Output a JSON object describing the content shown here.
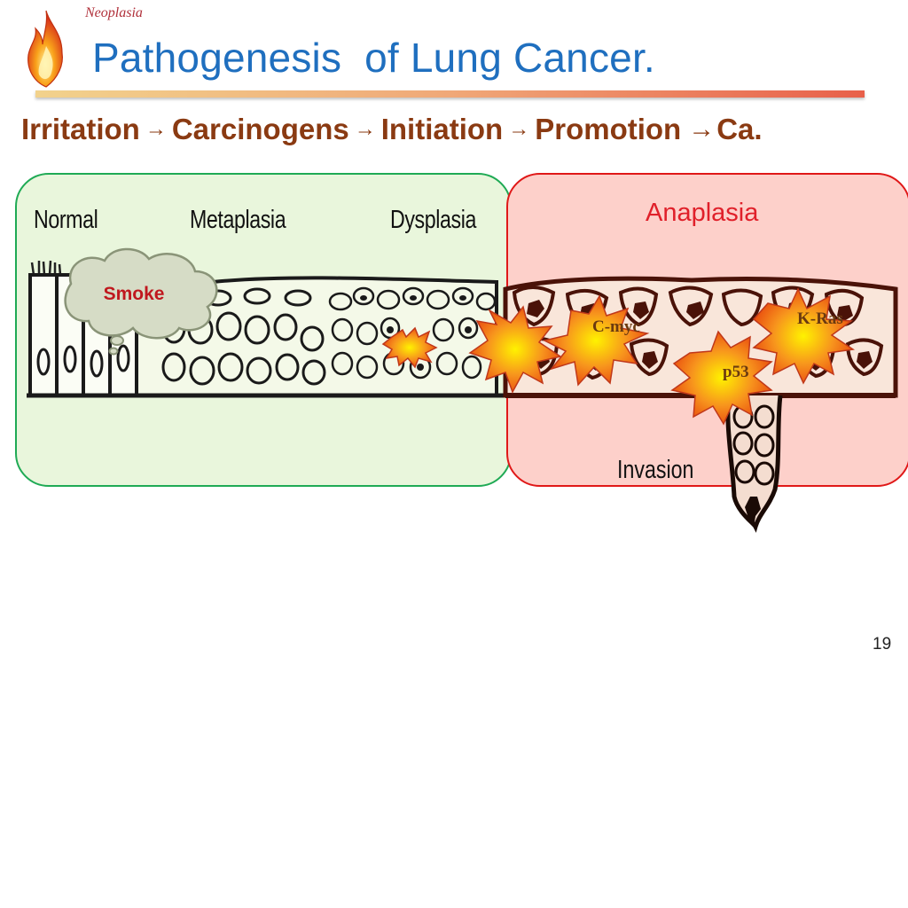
{
  "header": {
    "section_label": "Neoplasia",
    "title": "Pathogenesis  of Lung Cancer."
  },
  "pathway": {
    "steps": [
      "Irritation",
      "Carcinogens",
      "Initiation",
      "Promotion",
      "Ca."
    ],
    "arrow_glyph": "→"
  },
  "diagram": {
    "stages": {
      "normal": "Normal",
      "metaplasia": "Metaplasia",
      "dysplasia": "Dysplasia",
      "anaplasia": "Anaplasia",
      "invasion": "Invasion"
    },
    "agent_label": "Smoke",
    "genes": {
      "cmyc": "C-myc",
      "kras": "K-Ras",
      "p53": "p53"
    }
  },
  "footer": {
    "slide_number": "19"
  },
  "colors": {
    "title": "#1f6fbf",
    "pathway_text": "#8a3a12",
    "benign_panel_fill": "#e9f6dc",
    "benign_panel_border": "#1faa55",
    "malignant_panel_fill": "#fdd0ca",
    "malignant_panel_border": "#e01818",
    "anaplasia_label": "#e0202a",
    "smoke_label": "#c0181e",
    "burst_fill": "#f7941d"
  },
  "icons": {
    "logo": "flame-icon",
    "agent": "smoke-cloud-icon",
    "mutation": "explosion-burst-icon"
  }
}
